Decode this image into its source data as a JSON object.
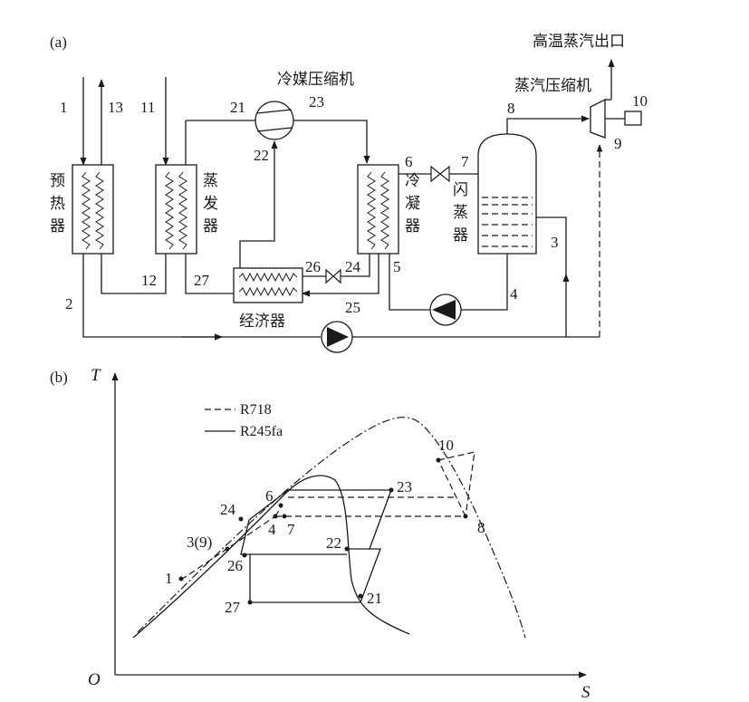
{
  "panel_a": {
    "panel_label": "(a)",
    "components": {
      "preheater": "预热器",
      "evaporator": "蒸发器",
      "refrigerant_compressor": "冷媒压缩机",
      "condenser": "冷凝器",
      "flash_evaporator": "闪蒸器",
      "steam_compressor": "蒸汽压缩机",
      "economizer": "经济器",
      "outlet": "高温蒸汽出口"
    },
    "state_points": [
      "1",
      "13",
      "11",
      "21",
      "23",
      "22",
      "6",
      "7",
      "8",
      "10",
      "9",
      "12",
      "27",
      "26",
      "24",
      "25",
      "2",
      "5",
      "4",
      "3"
    ]
  },
  "panel_b": {
    "panel_label": "(b)",
    "y_axis": "T",
    "x_axis": "S",
    "origin": "O",
    "legend": [
      {
        "style": "dashed",
        "label": "R718"
      },
      {
        "style": "solid",
        "label": "R245fa"
      }
    ],
    "state_points": [
      "10",
      "23",
      "6",
      "24",
      "4",
      "7",
      "8",
      "3(9)",
      "22",
      "1",
      "26",
      "21",
      "27"
    ]
  }
}
